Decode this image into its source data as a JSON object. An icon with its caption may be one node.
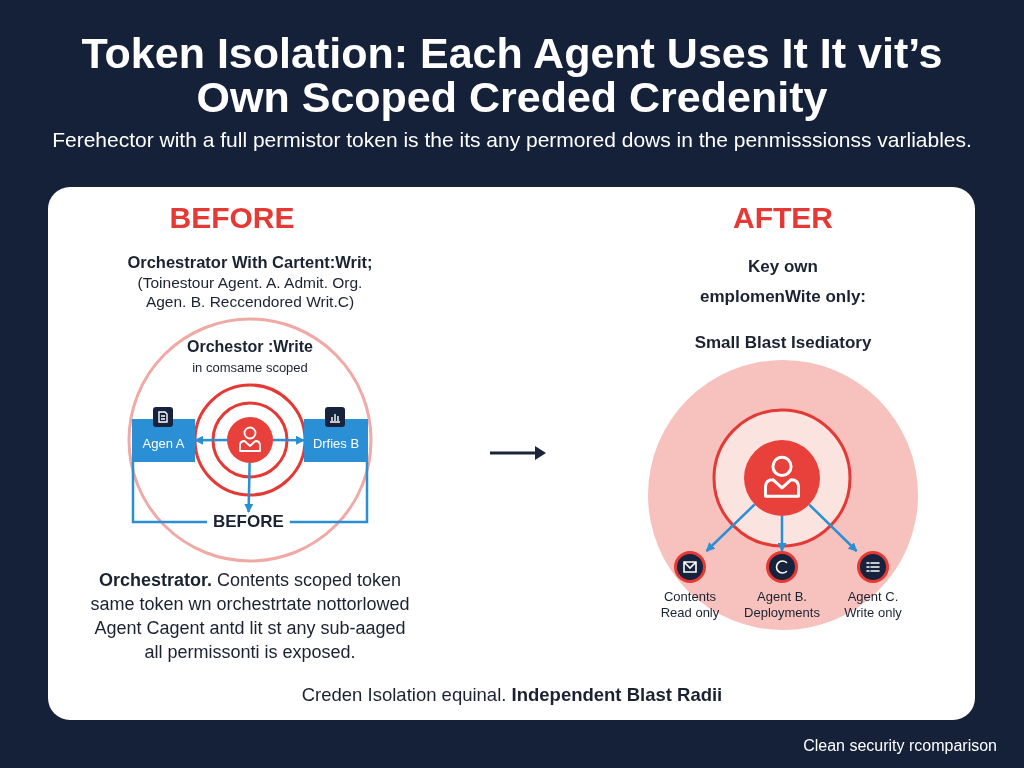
{
  "diagram": {
    "title": "Token Isolation: Each Agent Uses It It vit’s Own Scoped Creded Credenity",
    "nodes": [
      {
        "text": [
          "Orchestor :Write",
          "in comsame scoped"
        ]
      },
      {
        "text": [
          "Agen A"
        ],
        "in": 0
      },
      {
        "text": [],
        "shape": "person",
        "in": 0
      },
      {
        "text": [
          "Drfies B"
        ],
        "in": 0
      },
      {
        "text": [
          "BEFORE"
        ],
        "in": 0
      },
      {
        "text": [
          "Small Blast Isediatory"
        ]
      },
      {
        "text": [],
        "shape": "person",
        "in": 5
      },
      {
        "text": [
          "Contents Read only"
        ],
        "in": 5
      },
      {
        "text": [
          "Agent B. Deployments"
        ],
        "in": 5
      },
      {
        "text": [
          "Agent C. Write only"
        ],
        "in": 5
      }
    ],
    "edges": [
      {
        "from": 2,
        "to": 1,
        "arrow": "to"
      },
      {
        "from": 2,
        "to": 3,
        "arrow": "to"
      },
      {
        "from": 2,
        "to": 4,
        "arrow": "to"
      },
      {
        "from": 1,
        "to": 4,
        "arrow": "none"
      },
      {
        "from": 3,
        "to": 4,
        "arrow": "none"
      },
      {
        "from": 6,
        "to": 7,
        "arrow": "to"
      },
      {
        "from": 6,
        "to": 8,
        "arrow": "to"
      },
      {
        "from": 6,
        "to": 9,
        "arrow": "to"
      }
    ],
    "labels": [
      "Ferehector with a full permistor token is the its any permored dows in the penmisssionss varliables.",
      "BEFORE",
      "AFTER",
      "Orchestrator With Cartent:Writ;",
      "(Toinestour Agent. A. Admit. Org. Agen. B. Reccendored Writ.C)",
      "Key own emplomenWite only:",
      "**Orchestrator.** Contents scoped token same token wn orchestrtate nottorlowed Agent Cagent antd lit st any sub-aaged all permissonti is exposed.",
      "Creden Isolation equinal. **Independent Blast Radii**",
      "Clean security rcomparison"
    ]
  }
}
